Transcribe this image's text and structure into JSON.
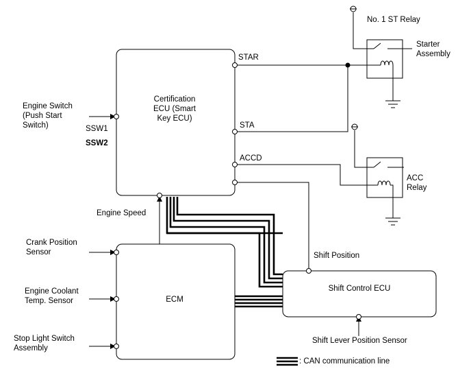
{
  "components": {
    "cert_ecu": "Certification\nECU (Smart\nKey ECU)",
    "ecm": "ECM",
    "shift_ecu": "Shift Control ECU",
    "st_relay": "No. 1 ST Relay",
    "starter": "Starter\nAssembly",
    "acc_relay": "ACC\nRelay"
  },
  "inputs": {
    "engine_switch": "Engine Switch\n(Push Start\nSwitch)",
    "crank": "Crank Position\nSensor",
    "coolant": "Engine Coolant\nTemp. Sensor",
    "stop_light": "Stop Light Switch\nAssembly",
    "shift_lever": "Shift Lever Position Sensor"
  },
  "terminals": {
    "ssw1": "SSW1",
    "ssw2": "SSW2",
    "star": "STAR",
    "sta": "STA",
    "accd": "ACCD"
  },
  "signals": {
    "engine_speed": "Engine Speed",
    "shift_position": "Shift Position"
  },
  "legend": {
    "can_line": ": CAN communication line"
  }
}
